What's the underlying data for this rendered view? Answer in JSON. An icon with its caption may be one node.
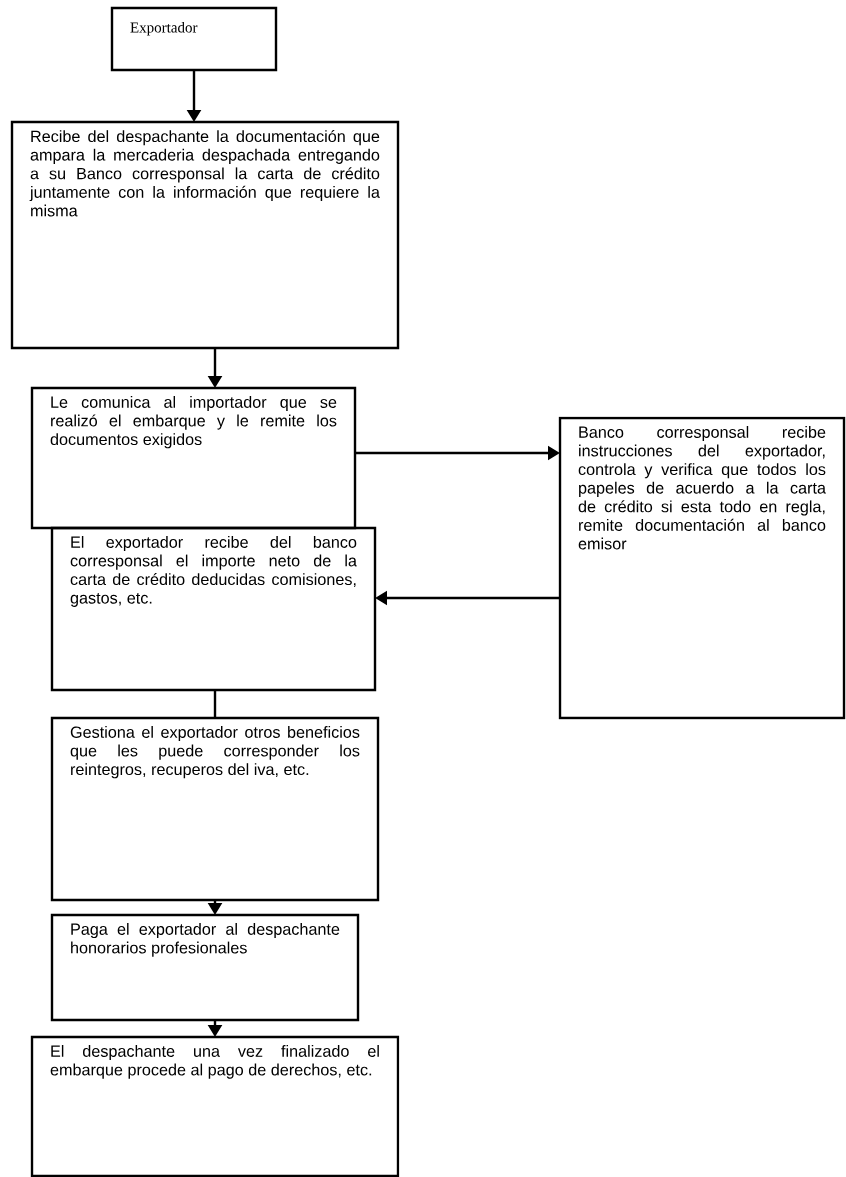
{
  "diagram": {
    "nodes": [
      {
        "text": [
          "Exportador"
        ]
      },
      {
        "text": [
          "Recibe del despachante la documentación que ampara la mercaderia despachada entregando a su Banco corresponsal la carta de crédito juntamente con la información que requiere la misma"
        ]
      },
      {
        "text": [
          "Le comunica al importador que se realizó el embarque y le remite los documentos exigidos"
        ]
      },
      {
        "text": [
          "Banco corresponsal recibe instrucciones del exportador, controla y verifica que todos los papeles de acuerdo a la carta de crédito si esta todo en regla, remite documentación al banco emisor"
        ]
      },
      {
        "text": [
          "El exportador recibe del banco corresponsal el importe neto de la carta de crédito deducidas comisiones, gastos, etc."
        ]
      },
      {
        "text": [
          "Gestiona el exportador otros beneficios que les puede corresponder los reintegros, recuperos del iva, etc."
        ]
      },
      {
        "text": [
          "Paga el exportador al despachante honorarios profesionales"
        ]
      },
      {
        "text": [
          "El despachante una vez finalizado el embarque procede al pago de derechos, etc."
        ]
      }
    ],
    "edges": [
      {
        "from": 0,
        "to": 1,
        "arrow": "to"
      },
      {
        "from": 1,
        "to": 2,
        "arrow": "to"
      },
      {
        "from": 2,
        "to": 3,
        "arrow": "to"
      },
      {
        "from": 3,
        "to": 4,
        "arrow": "to"
      },
      {
        "from": 4,
        "to": 5,
        "arrow": "none"
      },
      {
        "from": 5,
        "to": 6,
        "arrow": "to"
      },
      {
        "from": 6,
        "to": 7,
        "arrow": "to"
      }
    ]
  }
}
